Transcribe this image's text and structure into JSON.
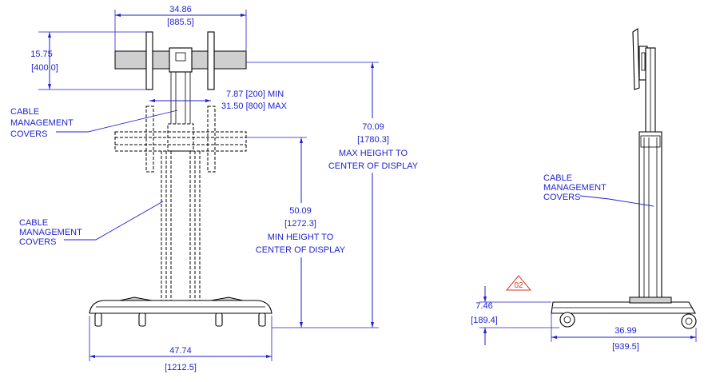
{
  "front_view": {
    "dim_width_top_in": "34.86",
    "dim_width_top_mm": "885.5",
    "dim_height_mount_in": "15.75",
    "dim_height_mount_mm": "400.0",
    "dim_vesa_min": "7.87 [200] MIN",
    "dim_vesa_max": "31.50 [800] MAX",
    "dim_max_height_in": "70.09",
    "dim_max_height_mm": "1780.3",
    "max_height_label_line1": "MAX HEIGHT TO",
    "max_height_label_line2": "CENTER OF DISPLAY",
    "dim_min_height_in": "50.09",
    "dim_min_height_mm": "1272.3",
    "min_height_label_line1": "MIN HEIGHT TO",
    "min_height_label_line2": "CENTER OF DISPLAY",
    "dim_base_width_in": "47.74",
    "dim_base_width_mm": "1212.5",
    "label_top": [
      "CABLE",
      "MANAGEMENT",
      "COVERS"
    ],
    "label_bottom": [
      "CABLE",
      "MANAGEMENT",
      "COVERS"
    ]
  },
  "side_view": {
    "label": [
      "CABLE",
      "MANAGEMENT",
      "COVERS"
    ],
    "dim_base_height_in": "7.46",
    "dim_base_height_mm": "189.4",
    "dim_base_depth_in": "36.99",
    "dim_base_depth_mm": "939.5",
    "warning_tag": "02"
  },
  "colors": {
    "dimension": "#1f1fcf",
    "linework": "#000000",
    "warning": "#d0392b"
  }
}
